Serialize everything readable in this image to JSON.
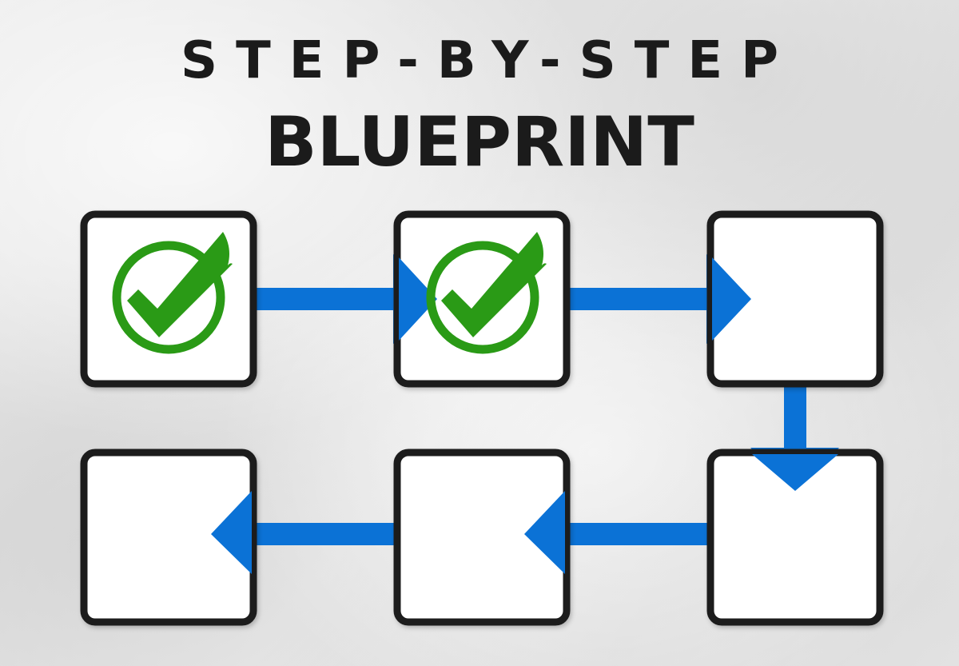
{
  "header": {
    "line1": "STEP-BY-STEP",
    "line2": "BLUEPRINT"
  },
  "steps": [
    {
      "row": 1,
      "col": 1,
      "completed": true,
      "icon": "check-circle-icon"
    },
    {
      "row": 1,
      "col": 2,
      "completed": true,
      "icon": "check-circle-icon"
    },
    {
      "row": 1,
      "col": 3,
      "completed": false
    },
    {
      "row": 2,
      "col": 3,
      "completed": false
    },
    {
      "row": 2,
      "col": 2,
      "completed": false
    },
    {
      "row": 2,
      "col": 1,
      "completed": false
    }
  ],
  "flow": [
    "right",
    "right",
    "down",
    "left",
    "left"
  ],
  "colors": {
    "background": "#e6e6e6",
    "title": "#1b1b1b",
    "box_fill": "#ffffff",
    "box_border": "#1e1e1e",
    "arrow": "#0b72d6",
    "check": "#2a9a16"
  }
}
